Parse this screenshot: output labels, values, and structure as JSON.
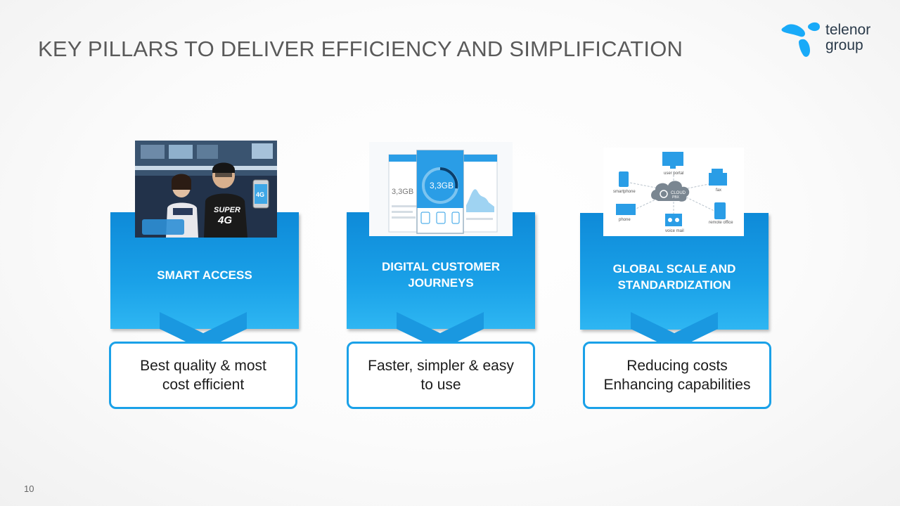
{
  "slide": {
    "title": "KEY PILLARS TO DELIVER EFFICIENCY AND SIMPLIFICATION",
    "page_number": "10"
  },
  "logo": {
    "line1": "telenor",
    "line2": "group",
    "brand_color": "#19aaf8"
  },
  "colors": {
    "panel_blue": "#1aa1e8",
    "panel_dark_blue": "#0e8ad8",
    "outline_blue": "#1aa1e8"
  },
  "pillars": [
    {
      "title": "SMART ACCESS",
      "outcome_line1": "Best quality & most",
      "outcome_line2": "cost efficient",
      "image_icon": "photo-people-with-4g-phone",
      "image_text": "SUPER 4G"
    },
    {
      "title_line1": "DIGITAL CUSTOMER",
      "title_line2": "JOURNEYS",
      "outcome_line1": "Faster, simpler & easy",
      "outcome_line2": "to use",
      "image_icon": "mobile-app-screens",
      "image_text": "3,3GB"
    },
    {
      "title_line1": "GLOBAL SCALE AND",
      "title_line2": "STANDARDIZATION",
      "outcome_line1": "Reducing costs",
      "outcome_line2": "Enhancing capabilities",
      "image_icon": "cloud-pbx-diagram",
      "diagram_labels": {
        "center": "CLOUD PBX",
        "top": "user portal",
        "left_top": "smartphone",
        "right_top": "fax",
        "left_bottom": "phone",
        "bottom": "voice mail",
        "right_bottom": "remote office"
      }
    }
  ]
}
